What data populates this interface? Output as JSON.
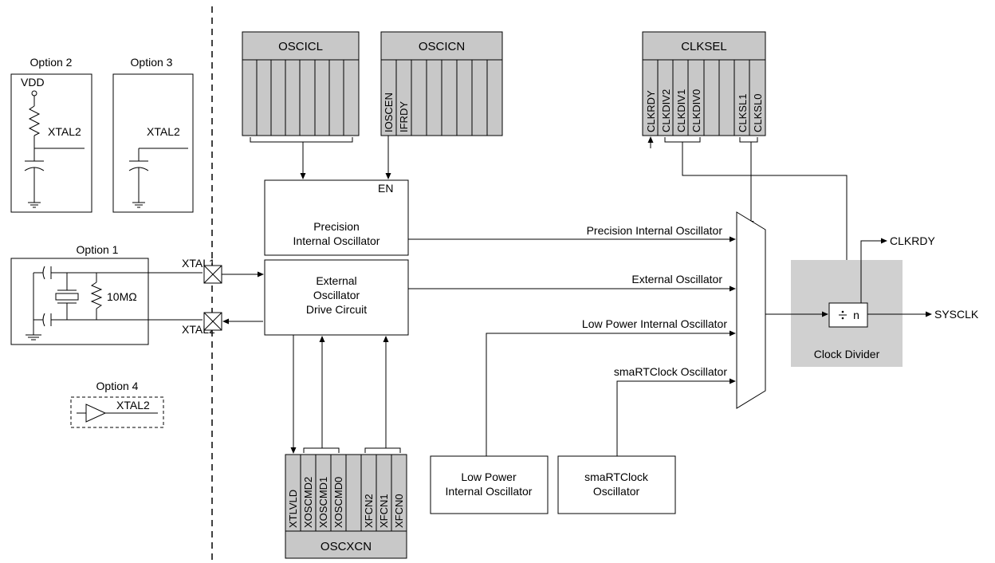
{
  "options": {
    "option1": "Option 1",
    "option2": "Option 2",
    "option3": "Option 3",
    "option4": "Option 4",
    "vdd": "VDD",
    "xtal2": "XTAL2",
    "resistor": "10MΩ"
  },
  "pins": {
    "xtal1": "XTAL1",
    "xtal2": "XTAL2"
  },
  "registers": {
    "oscicl": {
      "title": "OSCICL"
    },
    "oscicn": {
      "title": "OSCICN",
      "bits": [
        "IOSCEN",
        "IFRDY"
      ]
    },
    "clksel": {
      "title": "CLKSEL",
      "bits": [
        "CLKRDY",
        "CLKDIV2",
        "CLKDIV1",
        "CLKDIV0",
        "CLKSL1",
        "CLKSL0"
      ]
    },
    "oscxcn": {
      "title": "OSCXCN",
      "bits": [
        "XTLVLD",
        "XOSCMD2",
        "XOSCMD1",
        "XOSCMD0",
        "XFCN2",
        "XFCN1",
        "XFCN0"
      ]
    }
  },
  "blocks": {
    "precision": {
      "line1": "Precision",
      "line2": "Internal Oscillator",
      "en": "EN"
    },
    "external": {
      "line1": "External",
      "line2": "Oscillator",
      "line3": "Drive Circuit"
    },
    "lowpower": {
      "line1": "Low Power",
      "line2": "Internal Oscillator"
    },
    "smartclock": {
      "line1": "smaRTClock",
      "line2": "Oscillator"
    },
    "divider": {
      "label": "Clock Divider",
      "symbol": "n"
    }
  },
  "signals": {
    "precision": "Precision Internal Oscillator",
    "external": "External Oscillator",
    "lowpower": "Low Power Internal Oscillator",
    "smartclock": "smaRTClock Oscillator",
    "clkrdy": "CLKRDY",
    "sysclk": "SYSCLK"
  }
}
